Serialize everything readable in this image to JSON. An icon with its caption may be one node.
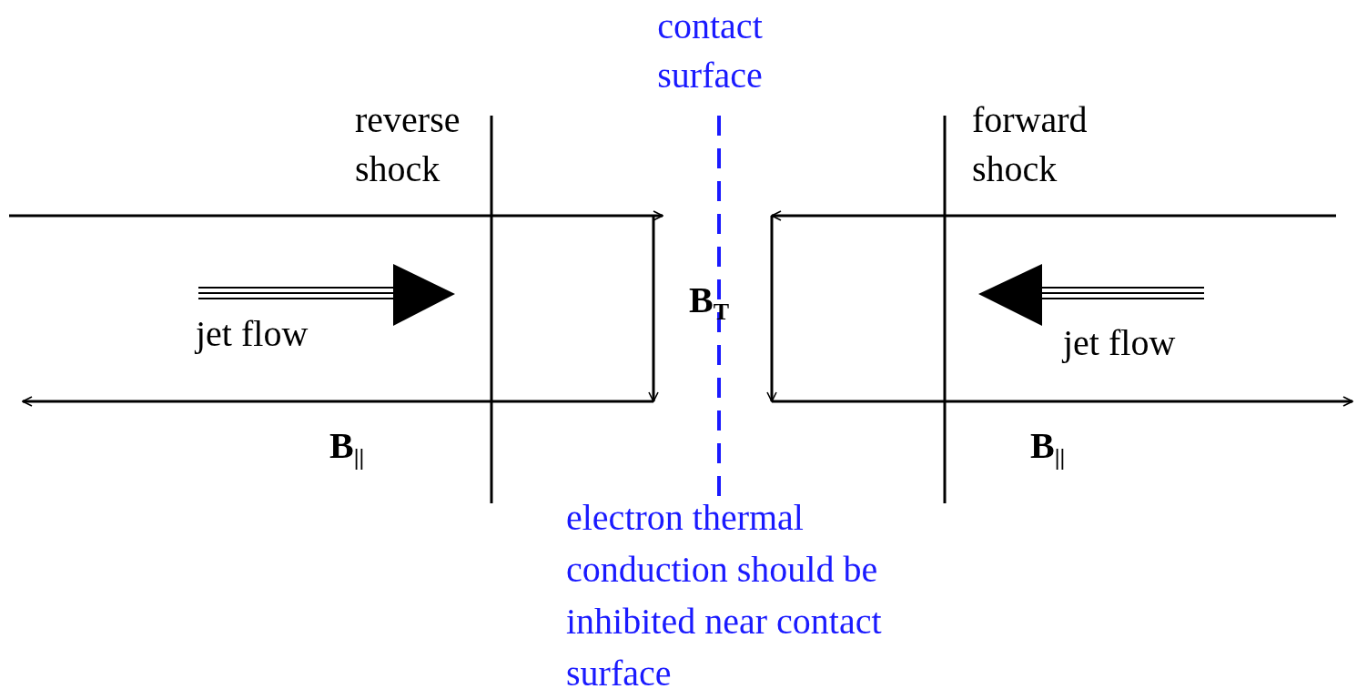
{
  "diagram": {
    "labels": [
      "contact surface",
      "reverse shock",
      "forward shock",
      "jet flow",
      "B$_{T}$",
      "jet flow",
      "B$_{||}$",
      "B$_{||}$",
      "electron thermal conduction should be inhibited near contact surface"
    ]
  }
}
